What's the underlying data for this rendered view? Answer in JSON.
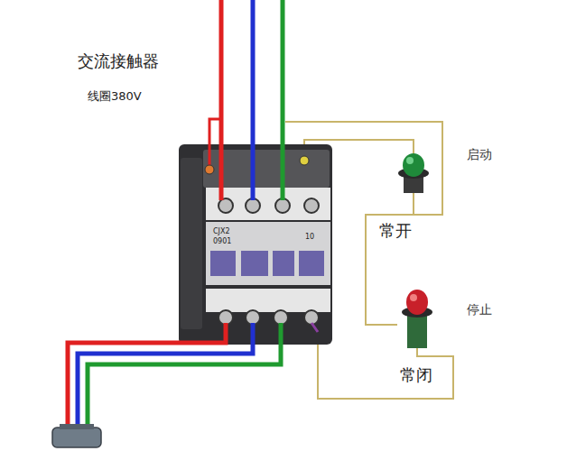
{
  "diagram": {
    "title": "交流接触器",
    "labels": [
      "线圈380V",
      "启动",
      "常开",
      "停止",
      "常闭",
      "CJX2",
      "0901",
      "10"
    ]
  }
}
